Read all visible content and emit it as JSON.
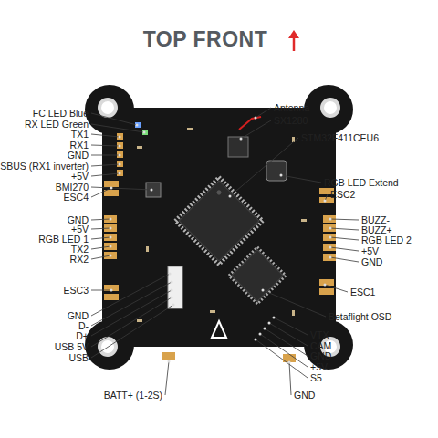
{
  "diagram": {
    "title": "TOP FRONT",
    "labels": [
      "FC LED Blue",
      "RX LED Green",
      "TX1",
      "RX1",
      "GND",
      "SBUS (RX1 inverter)",
      "+5V",
      "BMI270",
      "ESC4",
      "GND",
      "+5V",
      "RGB LED 1",
      "TX2",
      "RX2",
      "ESC3",
      "GND",
      "D-",
      "D+",
      "USB 5V",
      "USB",
      "BATT+ (1-2S)",
      "Antenna",
      "SX1280",
      "STM32F411CEU6",
      "RGB LED Extend",
      "ESC2",
      "BUZZ-",
      "BUZZ+",
      "RGB LED 2",
      "+5V",
      "GND",
      "ESC1",
      "Betaflight OSD",
      "VTX",
      "CAM",
      "GND",
      "+5V",
      "S5",
      "GND"
    ]
  }
}
